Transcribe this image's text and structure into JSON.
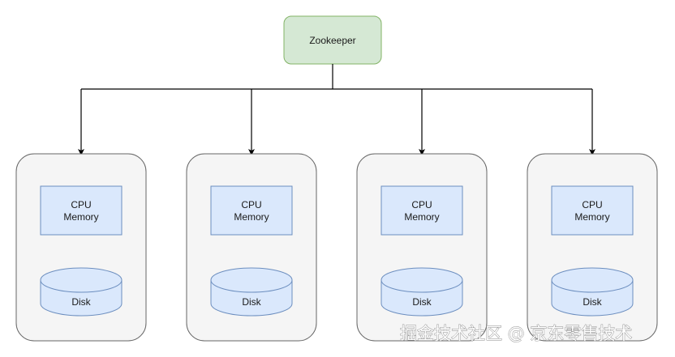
{
  "diagram": {
    "coordinator": {
      "label": "Zookeeper",
      "fill": "#d5e8d4",
      "stroke": "#82b366"
    },
    "nodes": [
      {
        "resources_line1": "CPU",
        "resources_line2": "Memory",
        "storage_label": "Disk"
      },
      {
        "resources_line1": "CPU",
        "resources_line2": "Memory",
        "storage_label": "Disk"
      },
      {
        "resources_line1": "CPU",
        "resources_line2": "Memory",
        "storage_label": "Disk"
      },
      {
        "resources_line1": "CPU",
        "resources_line2": "Memory",
        "storage_label": "Disk"
      }
    ],
    "colors": {
      "node_fill": "#f5f5f5",
      "node_stroke": "#666666",
      "resource_fill": "#dae8fc",
      "resource_stroke": "#6c8ebf",
      "connector": "#000000"
    },
    "connections": "Zookeeper connects to all 4 nodes"
  },
  "watermark": {
    "text": "掘金技术社区 @ 京东零售技术"
  }
}
